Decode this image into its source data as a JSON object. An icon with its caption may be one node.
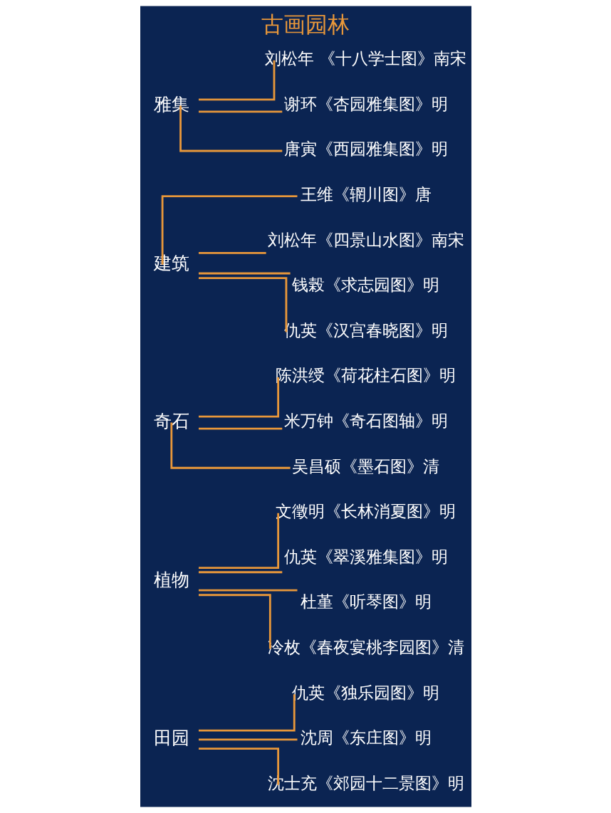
{
  "diagram": {
    "title": "古画园林",
    "nodes": [
      {
        "text": [
          "田园"
        ]
      },
      {
        "text": [
          "仇英《独乐园图》明"
        ]
      },
      {
        "text": [
          "沈周《东庄图》明"
        ]
      },
      {
        "text": [
          "沈士充《郊园十二景图》明"
        ]
      },
      {
        "text": [
          "植物"
        ]
      },
      {
        "text": [
          "文徵明《长林消夏图》明"
        ]
      },
      {
        "text": [
          "仇英《翠溪雅集图》明"
        ]
      },
      {
        "text": [
          "杜堇《听琴图》明"
        ]
      },
      {
        "text": [
          "冷枚《春夜宴桃李园图》清"
        ]
      },
      {
        "text": [
          "奇石"
        ]
      },
      {
        "text": [
          "陈洪绶《荷花柱石图》明"
        ]
      },
      {
        "text": [
          "米万钟《奇石图轴》明"
        ]
      },
      {
        "text": [
          "吴昌硕《墨石图》清"
        ]
      },
      {
        "text": [
          "建筑"
        ]
      },
      {
        "text": [
          "王维《辋川图》唐"
        ]
      },
      {
        "text": [
          "刘松年《四景山水图》南宋"
        ]
      },
      {
        "text": [
          "钱榖《求志园图》明"
        ]
      },
      {
        "text": [
          "仇英《汉宫春晓图》明"
        ]
      },
      {
        "text": [
          "雅集"
        ]
      },
      {
        "text": [
          "刘松年 《十八学士图》南宋"
        ]
      },
      {
        "text": [
          "谢环《杏园雅集图》明"
        ]
      },
      {
        "text": [
          "唐寅《西园雅集图》明"
        ]
      }
    ],
    "edges": [
      {
        "from": 0,
        "to": 1,
        "arrow": "none"
      },
      {
        "from": 0,
        "to": 2,
        "arrow": "none"
      },
      {
        "from": 0,
        "to": 3,
        "arrow": "none"
      },
      {
        "from": 4,
        "to": 5,
        "arrow": "none"
      },
      {
        "from": 4,
        "to": 6,
        "arrow": "none"
      },
      {
        "from": 4,
        "to": 7,
        "arrow": "none"
      },
      {
        "from": 4,
        "to": 8,
        "arrow": "none"
      },
      {
        "from": 9,
        "to": 10,
        "arrow": "none"
      },
      {
        "from": 9,
        "to": 11,
        "arrow": "none"
      },
      {
        "from": 9,
        "to": 12,
        "arrow": "none"
      },
      {
        "from": 13,
        "to": 14,
        "arrow": "none"
      },
      {
        "from": 13,
        "to": 15,
        "arrow": "none"
      },
      {
        "from": 13,
        "to": 16,
        "arrow": "none"
      },
      {
        "from": 13,
        "to": 17,
        "arrow": "none"
      },
      {
        "from": 18,
        "to": 19,
        "arrow": "none"
      },
      {
        "from": 18,
        "to": 20,
        "arrow": "none"
      },
      {
        "from": 18,
        "to": 21,
        "arrow": "none"
      }
    ]
  }
}
